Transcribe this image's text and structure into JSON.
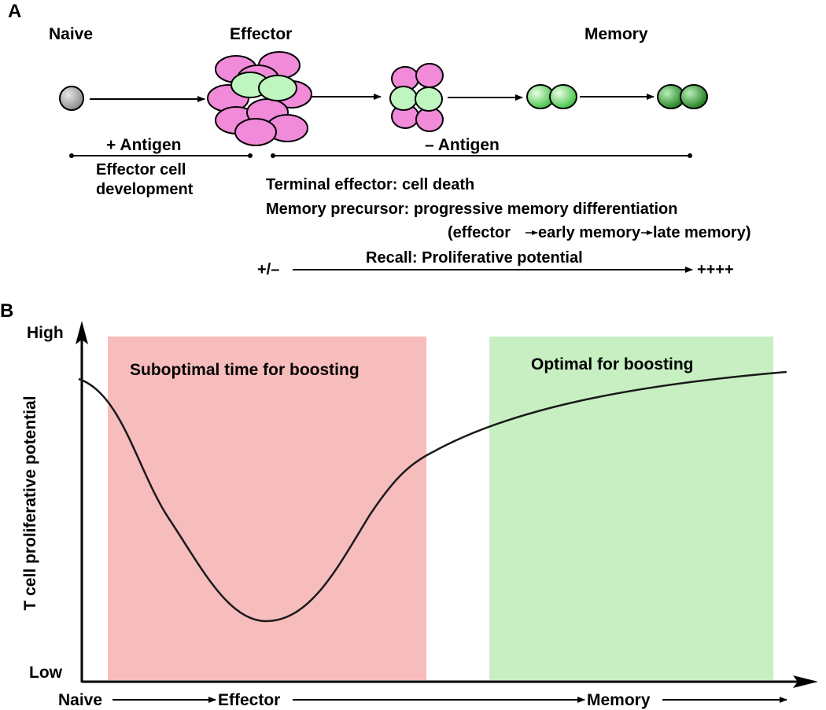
{
  "colors": {
    "suboptimal_fill": "#f7bcbc",
    "optimal_fill": "#c7efc2",
    "effector_pink": "#f08ad9",
    "early_memory_green_light": "#b9f5b9",
    "memory_green": "#3fc23f",
    "late_memory_green": "#1e7d1e",
    "naive_gray": "#9a9a9a"
  },
  "panel_a": {
    "label": "A",
    "stage_naive": "Naive",
    "stage_effector": "Effector",
    "stage_memory": "Memory",
    "plus_antigen": "+ Antigen",
    "minus_antigen": "– Antigen",
    "effector_dev_line1": "Effector cell",
    "effector_dev_line2": "development",
    "terminal_effector": "Terminal effector: cell death",
    "memory_precursor": "Memory precursor: progressive memory differentiation",
    "progression_open": "(effector",
    "progression_mid": "early memory",
    "progression_close": "late memory)",
    "recall_label": "Recall: Proliferative potential",
    "recall_low": "+/–",
    "recall_high": "++++"
  },
  "panel_b": {
    "label": "B",
    "y_axis_label": "T cell proliferative potential",
    "y_high": "High",
    "y_low": "Low",
    "x_naive": "Naive",
    "x_effector": "Effector",
    "x_memory": "Memory",
    "suboptimal_label": "Suboptimal time for boosting",
    "optimal_label": "Optimal for boosting"
  }
}
